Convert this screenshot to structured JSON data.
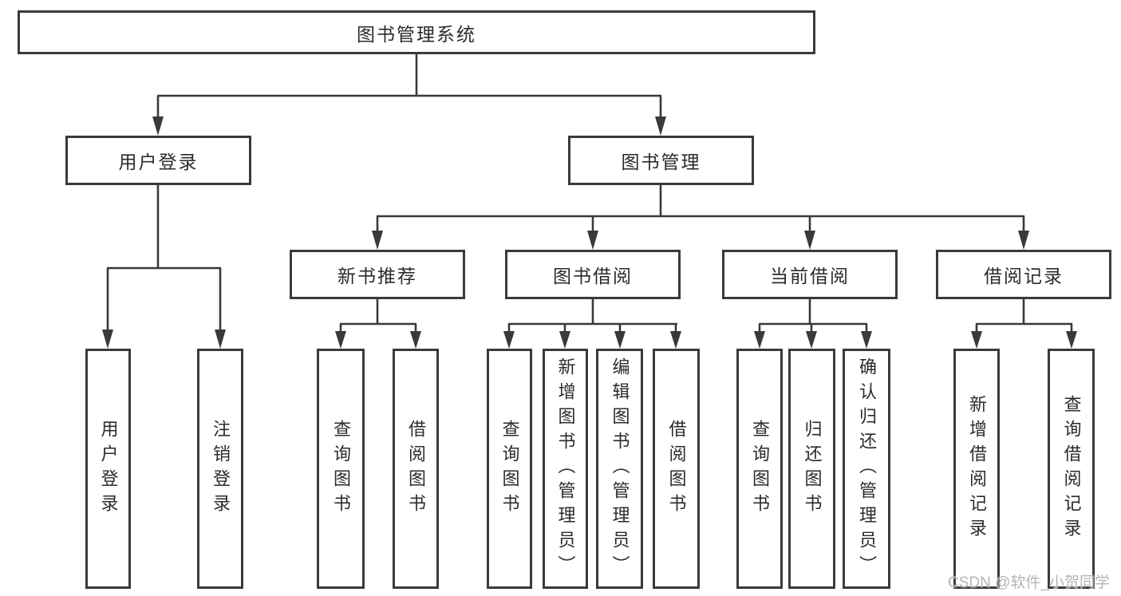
{
  "diagram": {
    "title_node": {
      "label": "图书管理系统"
    },
    "level2": [
      {
        "label": "用户登录"
      },
      {
        "label": "图书管理"
      }
    ],
    "level3": [
      {
        "label": "新书推荐"
      },
      {
        "label": "图书借阅"
      },
      {
        "label": "当前借阅"
      },
      {
        "label": "借阅记录"
      }
    ],
    "leaves": [
      {
        "parent": "用户登录",
        "label": "用户登录"
      },
      {
        "parent": "用户登录",
        "label": "注销登录"
      },
      {
        "parent": "新书推荐",
        "label": "查询图书"
      },
      {
        "parent": "新书推荐",
        "label": "借阅图书"
      },
      {
        "parent": "图书借阅",
        "label": "查询图书"
      },
      {
        "parent": "图书借阅",
        "label": "新增图书（管理员）"
      },
      {
        "parent": "图书借阅",
        "label": "编辑图书（管理员）"
      },
      {
        "parent": "图书借阅",
        "label": "借阅图书"
      },
      {
        "parent": "当前借阅",
        "label": "查询图书"
      },
      {
        "parent": "当前借阅",
        "label": "归还图书"
      },
      {
        "parent": "当前借阅",
        "label": "确认归还（管理员）"
      },
      {
        "parent": "借阅记录",
        "label": "新增借阅记录"
      },
      {
        "parent": "借阅记录",
        "label": "查询借阅记录"
      }
    ]
  },
  "watermark": {
    "text": "CSDN @软件_小贺同学"
  },
  "colors": {
    "line": "#3a3a3a",
    "box_border": "#3a3a3a",
    "text": "#2b2b2b",
    "watermark": "#b4b4b4",
    "background": "#ffffff"
  }
}
